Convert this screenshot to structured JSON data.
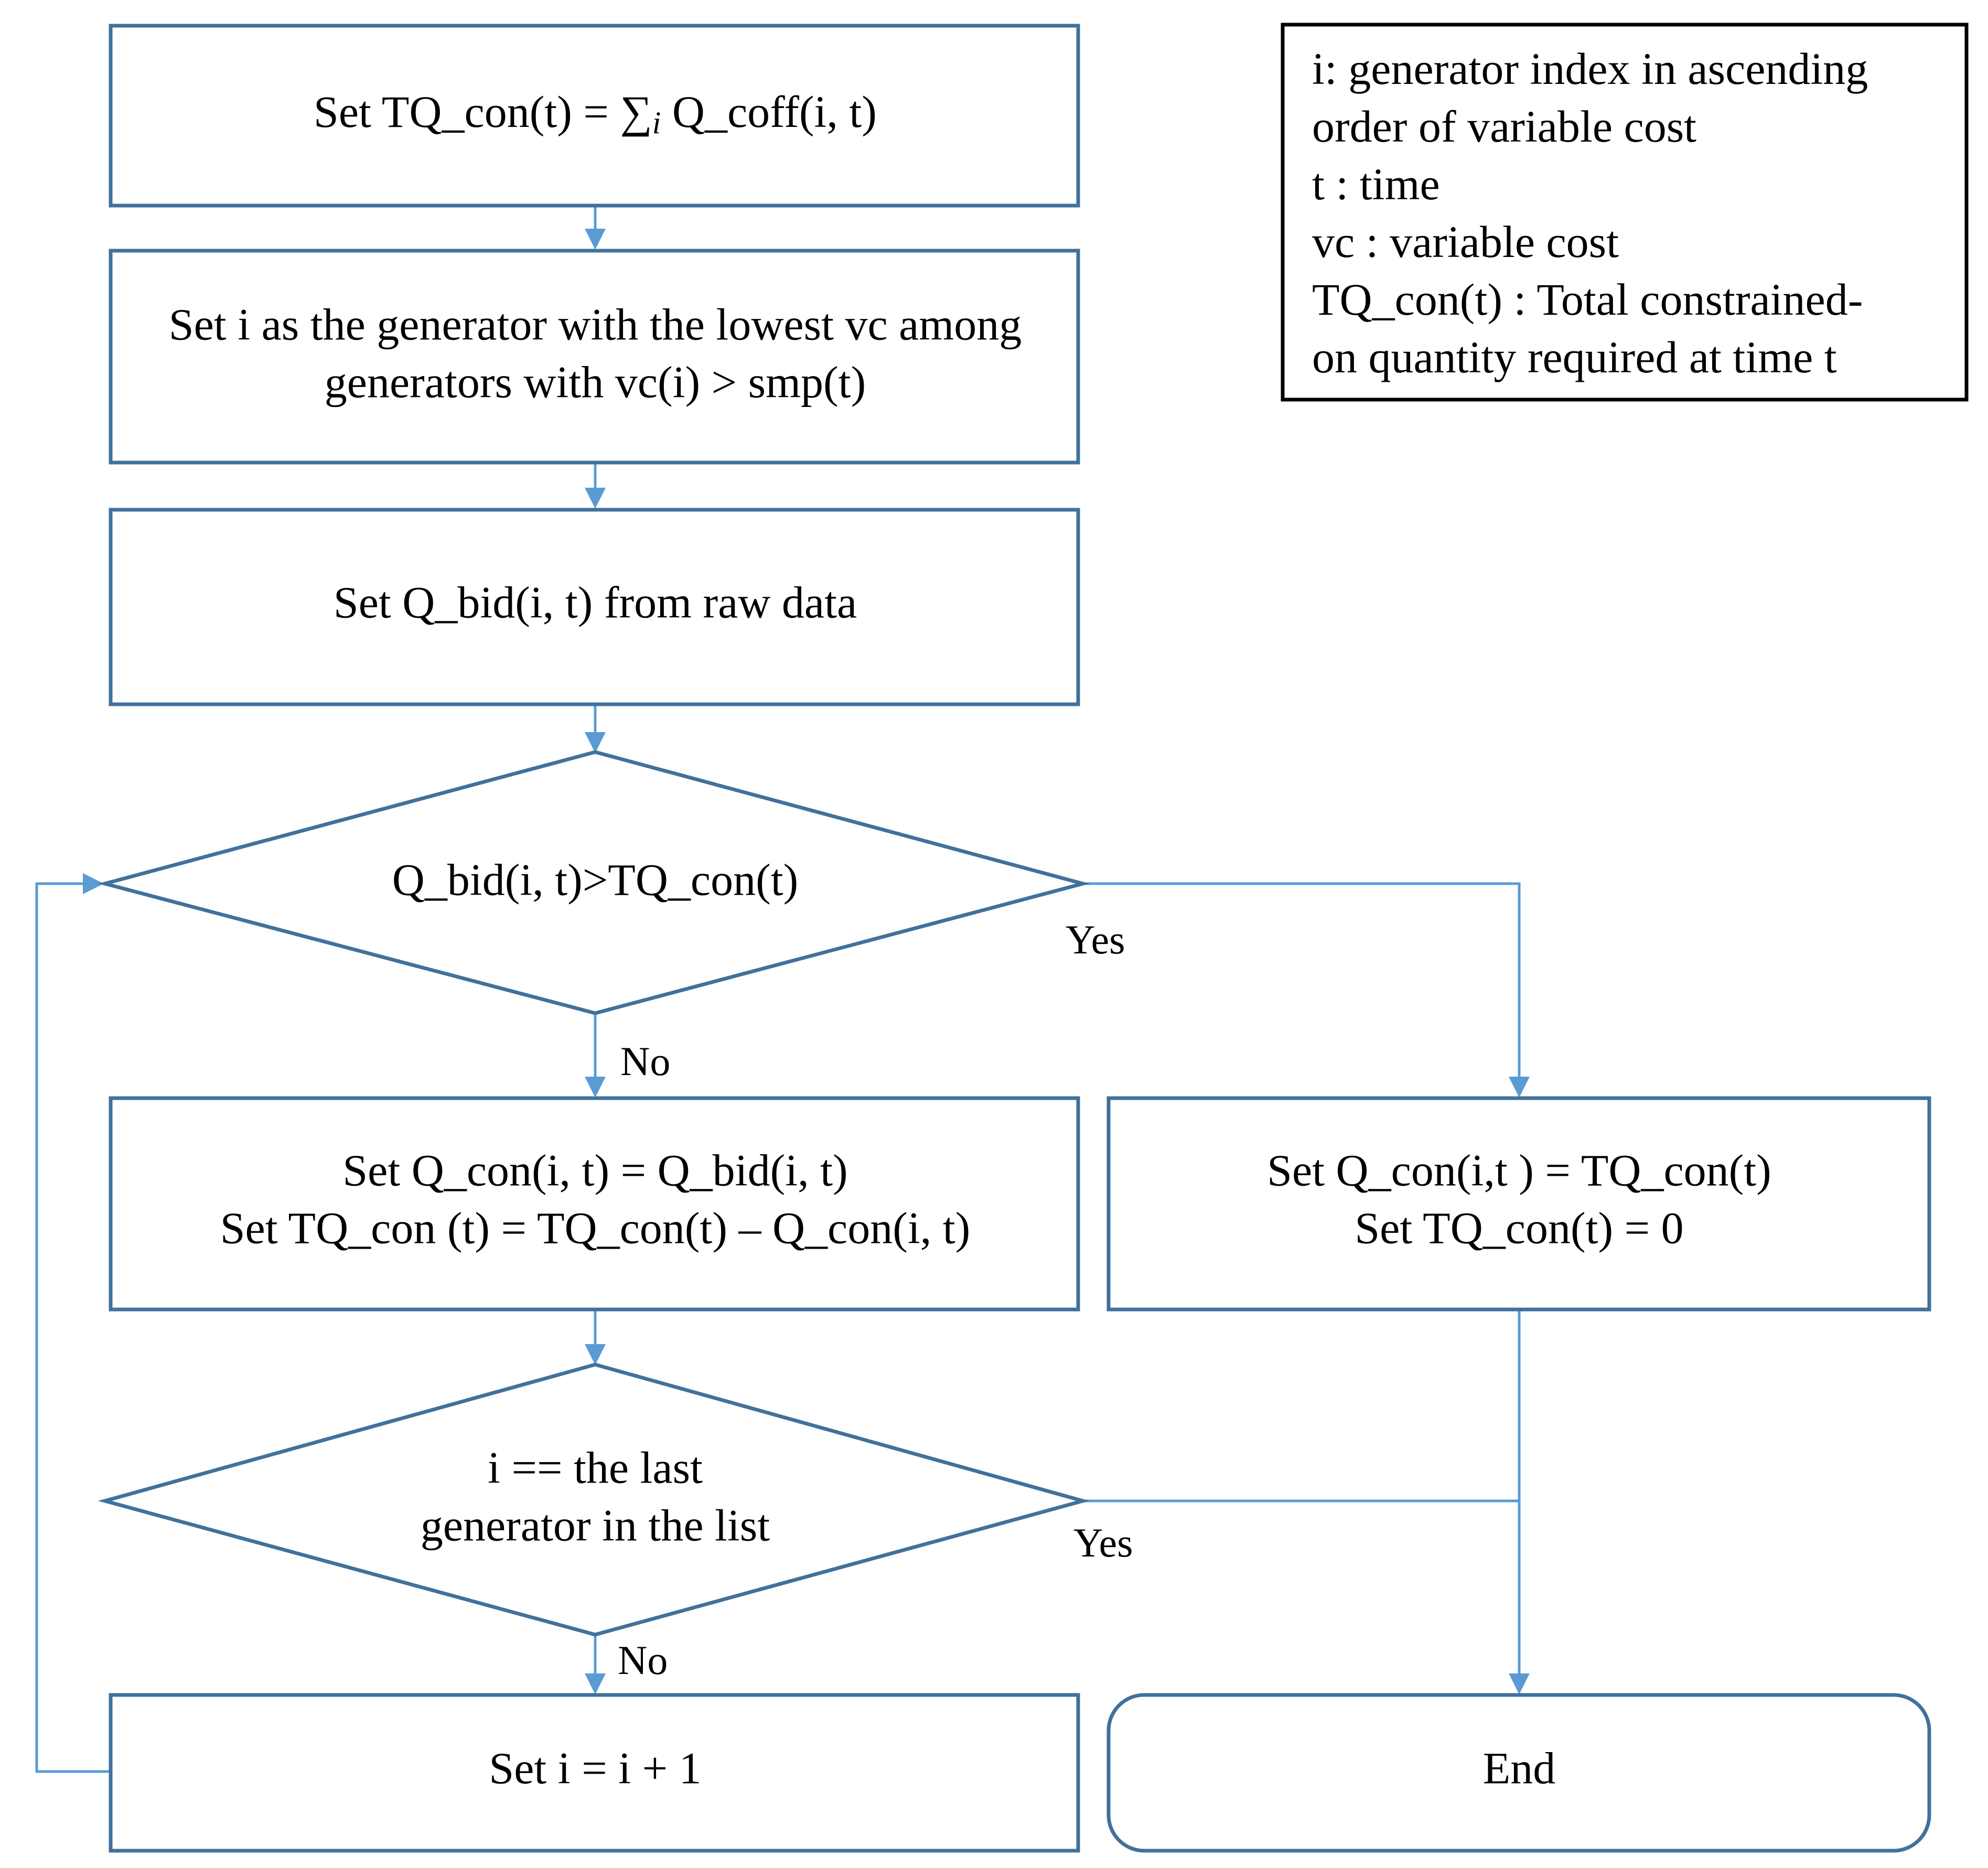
{
  "colors": {
    "box_border": "#41719c",
    "connector": "#5b9bd5",
    "legend_border": "#000000",
    "text": "#000000"
  },
  "nodes": {
    "set_tq_con": {
      "line1_prefix": "Set TQ_con(t) = ∑",
      "line1_sub": "i",
      "line1_suffix": " Q_coff(i, t)"
    },
    "set_i_lowest": {
      "line1": "Set i as the generator with the lowest vc among",
      "line2": "generators with vc(i) > smp(t)"
    },
    "set_q_bid": {
      "line1": "Set Q_bid(i, t) from raw data"
    },
    "decision_q_bid": {
      "line1": "Q_bid(i, t)>TQ_con(t)"
    },
    "set_q_con_partial": {
      "line1": "Set Q_con(i, t) = Q_bid(i, t)",
      "line2": "Set TQ_con (t) = TQ_con(t) – Q_con(i, t)"
    },
    "set_q_con_full": {
      "line1": "Set Q_con(i,t ) = TQ_con(t)",
      "line2": "Set TQ_con(t) = 0"
    },
    "decision_last": {
      "line1": "i == the last",
      "line2": "generator in the list"
    },
    "increment_i": {
      "line1": "Set i = i + 1"
    },
    "end": {
      "line1": "End"
    }
  },
  "edge_labels": {
    "decision_q_bid_yes": "Yes",
    "decision_q_bid_no": "No",
    "decision_last_yes": "Yes",
    "decision_last_no": "No"
  },
  "legend": {
    "lines": [
      "i: generator index in ascending",
      "order of variable cost",
      "t : time",
      "vc : variable cost",
      "TQ_con(t) : Total constrained-",
      "on quantity required at time t"
    ]
  }
}
